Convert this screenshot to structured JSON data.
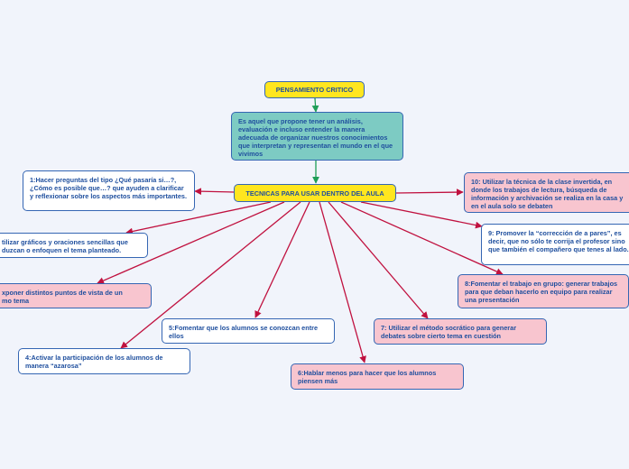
{
  "nodes": {
    "root": "PENSAMIENTO CRITICO",
    "definition": "Es aquel que propone  tener un análisis, evaluación e incluso entender la manera adecuada de organizar nuestros conocimientos que interpretan y representan el mundo en el que vivimos",
    "techniques": "TECNICAS PARA USAR DENTRO DEL AULA",
    "t1": "1:Hacer preguntas del tipo ¿Qué pasaría si…?, ¿Cómo es posible que…? que ayuden a clarificar y reflexionar sobre los aspectos más importantes.",
    "t2": "tilizar gráficos y oraciones sencillas que\nduzcan o enfoquen el tema planteado.",
    "t3": "xponer distintos puntos de vista de un\nmo tema",
    "t4": "4:Activar la participación de los alumnos de manera “azarosa”",
    "t5": "5:Fomentar que los alumnos se conozcan entre ellos",
    "t6": "6:Hablar menos para hacer que los alumnos piensen más",
    "t7": "7: Utilizar el método socrático para generar debates sobre cierto tema en cuestión",
    "t8": "8:Fomentar el trabajo en grupo: generar trabajos para que deban hacerlo en equipo para realizar una presentación",
    "t9": "9: Promover la “corrección de a pares”, es decir, que no sólo te corrija el profesor sino que también el compañero que tenes al lado.",
    "t10": "10: Utilizar la técnica de la clase invertida, en donde los trabajos de lectura, búsqueda de información y archivación se realiza en la casa y en el aula solo se debaten"
  },
  "colors": {
    "title_fill": "#ffe61f",
    "definition_fill": "#7dcbc3",
    "pink_fill": "#f8c5cf",
    "white_fill": "#ffffff",
    "border": "#3566b3",
    "text": "#1f4f9e",
    "connector_green": "#1e9e57",
    "connector_red": "#c0113f"
  }
}
